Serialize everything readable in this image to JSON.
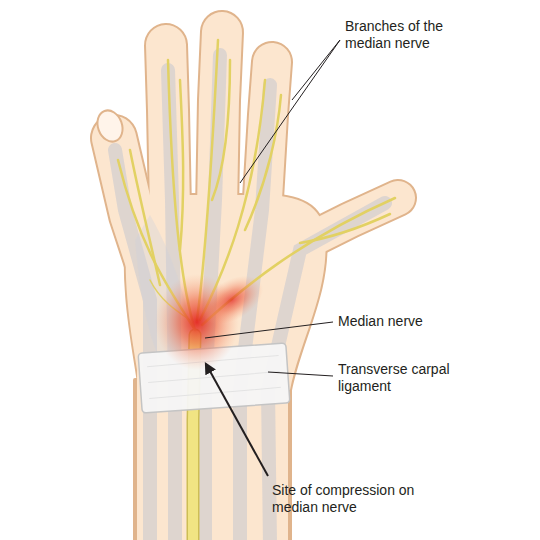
{
  "diagram": {
    "labels": [
      "Branches of the median nerve",
      "Median nerve",
      "Transverse carpal ligament",
      "Site of compression on median nerve"
    ]
  }
}
